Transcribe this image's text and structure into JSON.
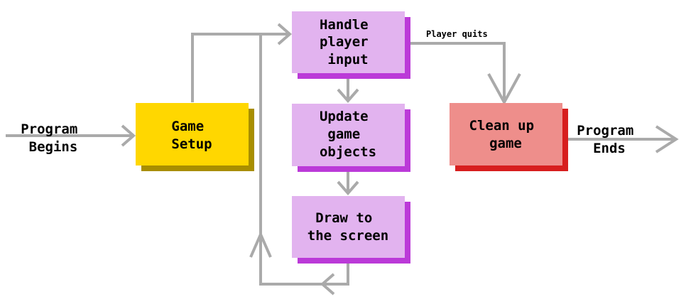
{
  "colors": {
    "game_setup_fill": "#ffd700",
    "game_setup_shadow": "#a88e00",
    "process_fill": "#e2b3ef",
    "process_shadow": "#bb3ad8",
    "cleanup_fill": "#ee8e8b",
    "cleanup_shadow": "#d71e1e",
    "arrow": "#aaaaaa"
  },
  "labels": {
    "program_begins": [
      "Program",
      "Begins"
    ],
    "program_ends": [
      "Program",
      "Ends"
    ],
    "player_quits": "Player quits"
  },
  "nodes": {
    "game_setup": [
      "Game",
      "Setup"
    ],
    "handle_input": [
      "Handle",
      "player",
      "input"
    ],
    "update_objects": [
      "Update",
      "game",
      "objects"
    ],
    "draw_screen": [
      "Draw to",
      "the screen"
    ],
    "clean_up": [
      "Clean up",
      "game"
    ]
  }
}
